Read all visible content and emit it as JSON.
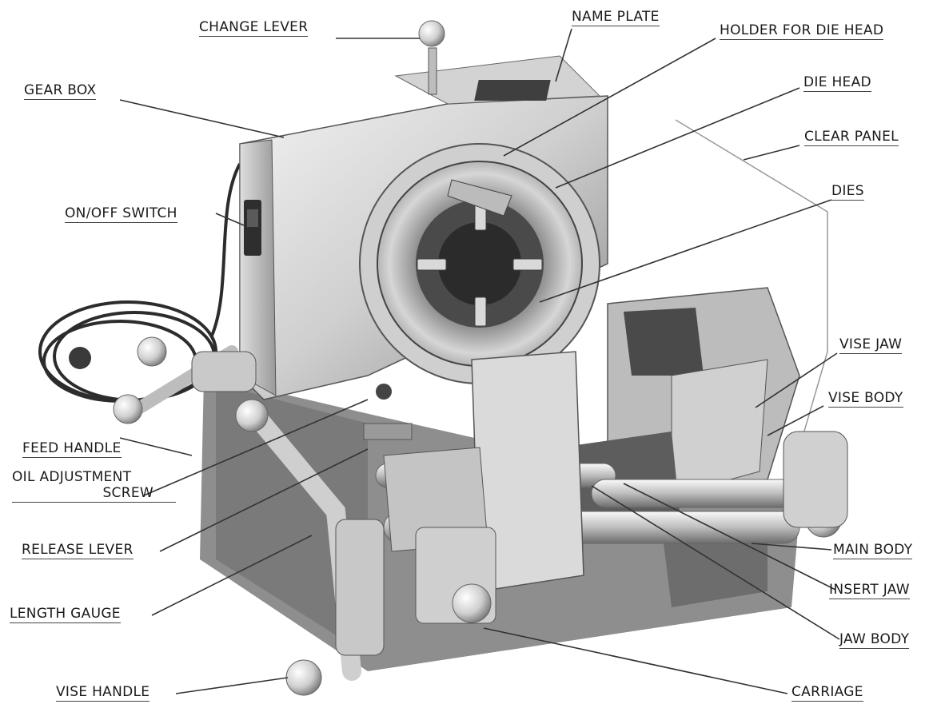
{
  "labels": {
    "change_lever": "CHANGE LEVER",
    "name_plate": "NAME PLATE",
    "holder_for_die_head": "HOLDER FOR DIE HEAD",
    "gear_box": "GEAR BOX",
    "die_head": "DIE HEAD",
    "clear_panel": "CLEAR PANEL",
    "on_off_switch": "ON/OFF SWITCH",
    "dies": "DIES",
    "vise_jaw": "VISE JAW",
    "vise_body": "VISE BODY",
    "feed_handle": "FEED HANDLE",
    "oil_adjustment_line1": "OIL ADJUSTMENT",
    "oil_adjustment_line2": "SCREW",
    "release_lever": "RELEASE LEVER",
    "main_body": "MAIN BODY",
    "length_gauge": "LENGTH GAUGE",
    "insert_jaw": "INSERT JAW",
    "jaw_body": "JAW BODY",
    "vise_handle": "VISE HANDLE",
    "carriage": "CARRIAGE"
  },
  "colors": {
    "leader_line": "#333333",
    "metal_light": "#e6e6e6",
    "metal_mid": "#b9b9b9",
    "metal_dark": "#6f6f6f",
    "shadow": "#3a3a3a"
  }
}
